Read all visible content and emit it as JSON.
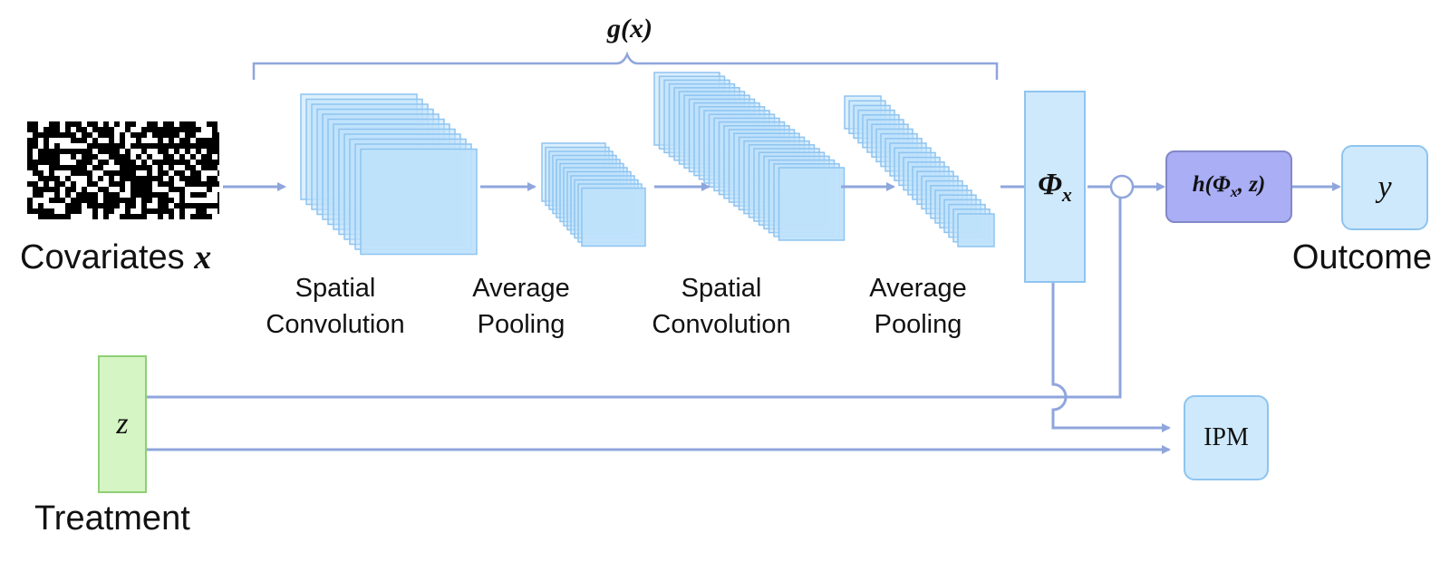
{
  "brace_label": "g(x)",
  "covariates": {
    "word": "Covariates",
    "symbol": "x"
  },
  "stages": [
    {
      "line1": "Spatial",
      "line2": "Convolution"
    },
    {
      "line1": "Average",
      "line2": "Pooling"
    },
    {
      "line1": "Spatial",
      "line2": "Convolution"
    },
    {
      "line1": "Average",
      "line2": "Pooling"
    }
  ],
  "phi": {
    "symbol": "Φ",
    "subscript": "x"
  },
  "h_box": {
    "text": "h(Φ",
    "sub": "x",
    "rest": ", z)"
  },
  "y_box": "y",
  "outcome_label": "Outcome",
  "z_box": "z",
  "treatment_label": "Treatment",
  "ipm_box": "IPM",
  "colors": {
    "arrow": "#8fa6dc",
    "layer_fill": "#bfe2fb",
    "layer_stroke": "#8ec4f0",
    "node_fill": "#cfe9fc",
    "h_fill": "#a9aef5",
    "z_fill": "#d5f5c4"
  }
}
